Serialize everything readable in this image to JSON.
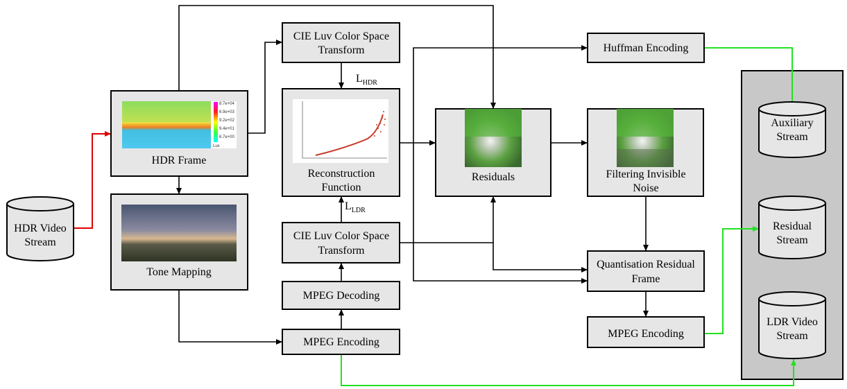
{
  "nodes": {
    "hdr_video_stream": [
      "HDR Video",
      "Stream"
    ],
    "hdr_frame": "HDR Frame",
    "tone_mapping": "Tone Mapping",
    "cie_top": [
      "CIE Luv Color Space",
      "Transform"
    ],
    "cie_bottom": [
      "CIE Luv Color Space",
      "Transform"
    ],
    "reconstruction": [
      "Reconstruction",
      "Function"
    ],
    "mpeg_decoding": "MPEG Decoding",
    "mpeg_encoding_left": "MPEG Encoding",
    "residuals": "Residuals",
    "filtering": [
      "Filtering Invisible",
      "Noise"
    ],
    "huffman": "Huffman Encoding",
    "quantisation": [
      "Quantisation Residual",
      "Frame"
    ],
    "mpeg_encoding_right": "MPEG Encoding",
    "auxiliary_stream": [
      "Auxiliary",
      "Stream"
    ],
    "residual_stream": [
      "Residual",
      "Stream"
    ],
    "ldr_video_stream": [
      "LDR Video",
      "Stream"
    ]
  },
  "edge_labels": {
    "l_hdr": {
      "main": "L",
      "sub": "HDR"
    },
    "l_ldr": {
      "main": "L",
      "sub": "LDR"
    }
  },
  "colorbar": {
    "ticks": [
      "8.7e+04",
      "6.9e+03",
      "9.2e+02",
      "9.4e+01",
      "6.7e+00"
    ],
    "unit": "Lux"
  },
  "colors": {
    "hdr_input_arrow": "#e00000",
    "output_arrows": "#22e022",
    "box_fill": "#e6e6e6",
    "panel_fill": "#c8c8c8"
  }
}
